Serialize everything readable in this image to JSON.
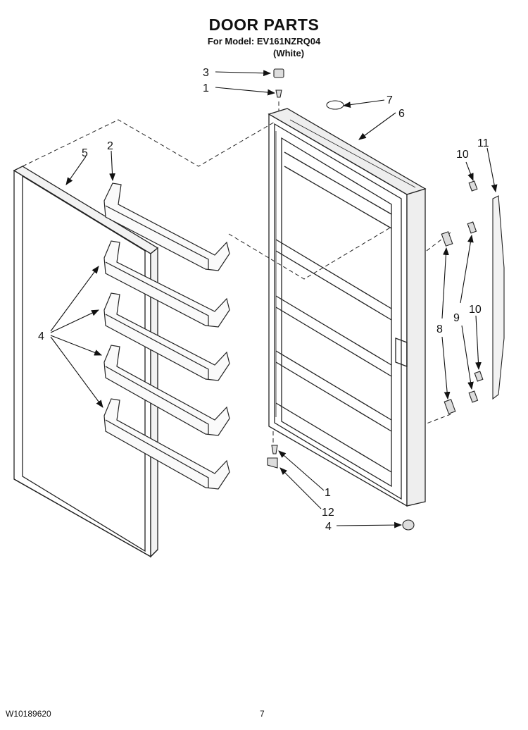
{
  "header": {
    "title": "DOOR PARTS",
    "model_line": "For Model: EV161NZRQ04",
    "color": "(White)"
  },
  "callouts": {
    "c3": "3",
    "c1_top": "1",
    "c7": "7",
    "c6": "6",
    "c5": "5",
    "c2": "2",
    "c10_top": "10",
    "c11": "11",
    "c4_left": "4",
    "c8": "8",
    "c9": "9",
    "c10_mid": "10",
    "c1_bottom": "1",
    "c12": "12",
    "c4_bottom": "4"
  },
  "footer": {
    "doc_number": "W10189620",
    "page": "7"
  }
}
